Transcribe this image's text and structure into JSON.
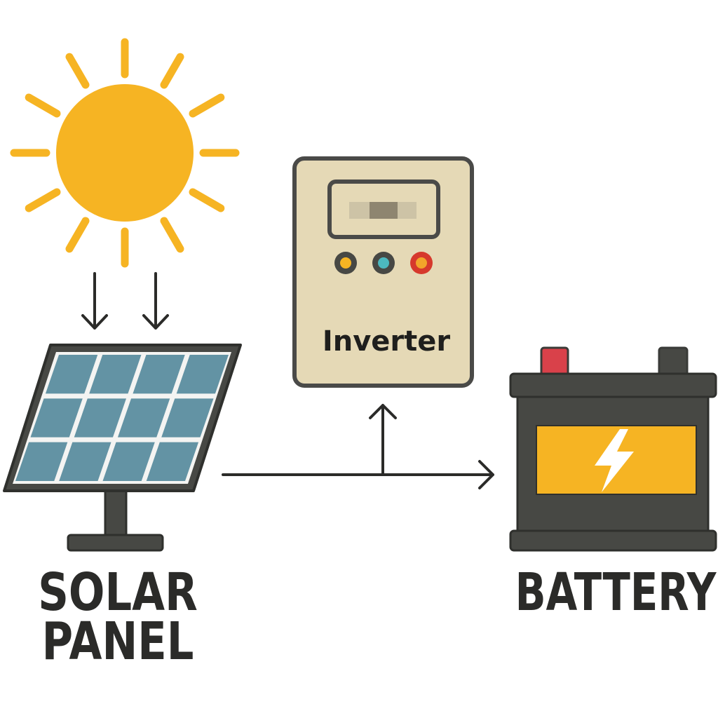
{
  "labels": {
    "solar_line1": "SOLAR",
    "solar_line2": "PANEL",
    "battery": "BATTERY",
    "inverter": "Inverter"
  },
  "colors": {
    "sun": "#f6b423",
    "panel_cell": "#6393a4",
    "frame": "#3e3f3c",
    "inverter_body": "#e5d9b6",
    "battery_body": "#474844",
    "battery_terminal_pos": "#d9414a",
    "battery_terminal_neg": "#474844",
    "battery_panel": "#f6b423",
    "button_1": "#f6b423",
    "button_2": "#4cb8bf",
    "button_3": "#e03a2e"
  }
}
